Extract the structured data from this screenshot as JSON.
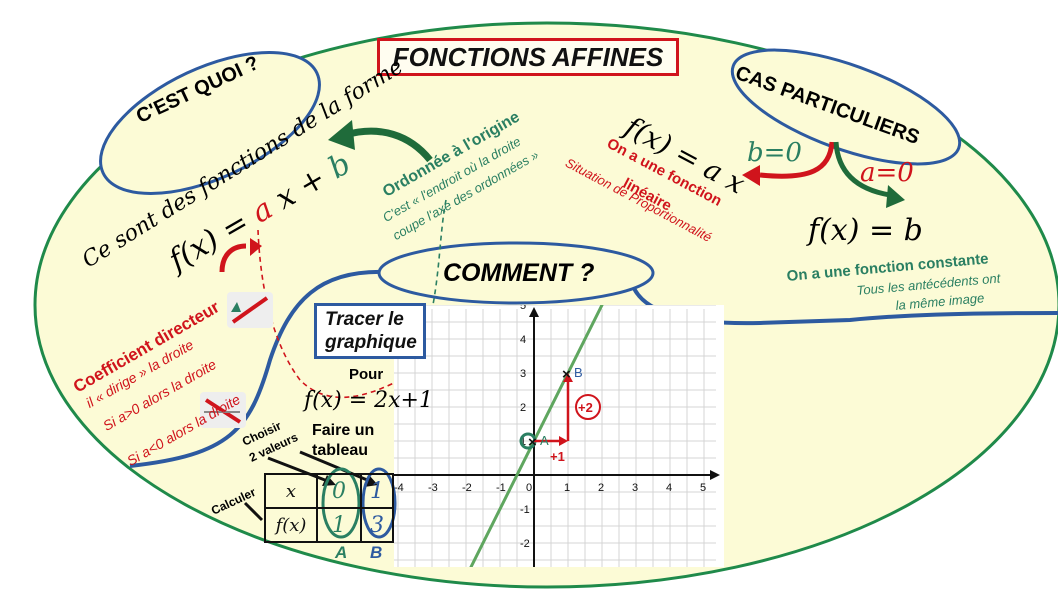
{
  "title": "FONCTIONS AFFINES",
  "sections": {
    "quoi": "C'EST QUOI ?",
    "cas": "CAS PARTICULIERS",
    "comment": "COMMENT ?"
  },
  "quoi": {
    "intro": "Ce sont des fonctions de la forme",
    "formula_fx": "f(x) =",
    "formula_a": "a",
    "formula_x": "x",
    "formula_plus": "+",
    "formula_b": "b",
    "coef_title": "Coefficient directeur",
    "coef_sub": "il « dirige » la droite",
    "pos_a": "Si a>0  alors la droite",
    "neg_a": "Si a<0  alors la droite",
    "ordo_title": "Ordonnée à l'origine",
    "ordo_sub1": "C'est « l'endroit où la droite",
    "ordo_sub2": "coupe l'axe des ordonnées »"
  },
  "cas": {
    "b_zero": "b=0",
    "a_zero": "a=0",
    "lin_fx": "f(x) = a x",
    "lin_title1": "On a une fonction",
    "lin_title2": "linéaire",
    "lin_sub": "Situation de Proportionnalité",
    "const_fx": "f(x) = b",
    "const_title": "On a une fonction constante",
    "const_sub1": "Tous les antécédents ont",
    "const_sub2": "la même image"
  },
  "comment": {
    "trace1": "Tracer le",
    "trace2": "graphique",
    "pour": "Pour",
    "example_fx": "f(x) = 2x+1",
    "tableau1": "Faire un",
    "tableau2": "tableau",
    "choisir1": "Choisir",
    "choisir2": "2 valeurs",
    "calculer": "Calculer",
    "table": {
      "head": [
        "x",
        "0",
        "1"
      ],
      "row": [
        "f(x)",
        "1",
        "3"
      ]
    },
    "point_a": "A",
    "point_b": "B",
    "step_x": "+1",
    "step_y": "+2"
  },
  "chart_data": {
    "type": "line",
    "xlim": [
      -4,
      5
    ],
    "ylim": [
      -2,
      5
    ],
    "x_ticks": [
      -4,
      -3,
      -2,
      -1,
      0,
      1,
      2,
      3,
      4,
      5
    ],
    "y_ticks": [
      -2,
      -1,
      1,
      2,
      3,
      4,
      5
    ],
    "grid": true,
    "series": [
      {
        "x": [
          -2.5,
          2.5
        ],
        "y": [
          -4,
          6
        ]
      }
    ],
    "points": [
      {
        "label": "A",
        "x": 0,
        "y": 1
      },
      {
        "label": "B",
        "x": 1,
        "y": 3
      }
    ]
  },
  "colors": {
    "red": "#d0141c",
    "green": "#2a7f62",
    "blue": "#2d5aa0",
    "bg": "#fcfbd6",
    "dark_green": "#1f6b3a"
  }
}
